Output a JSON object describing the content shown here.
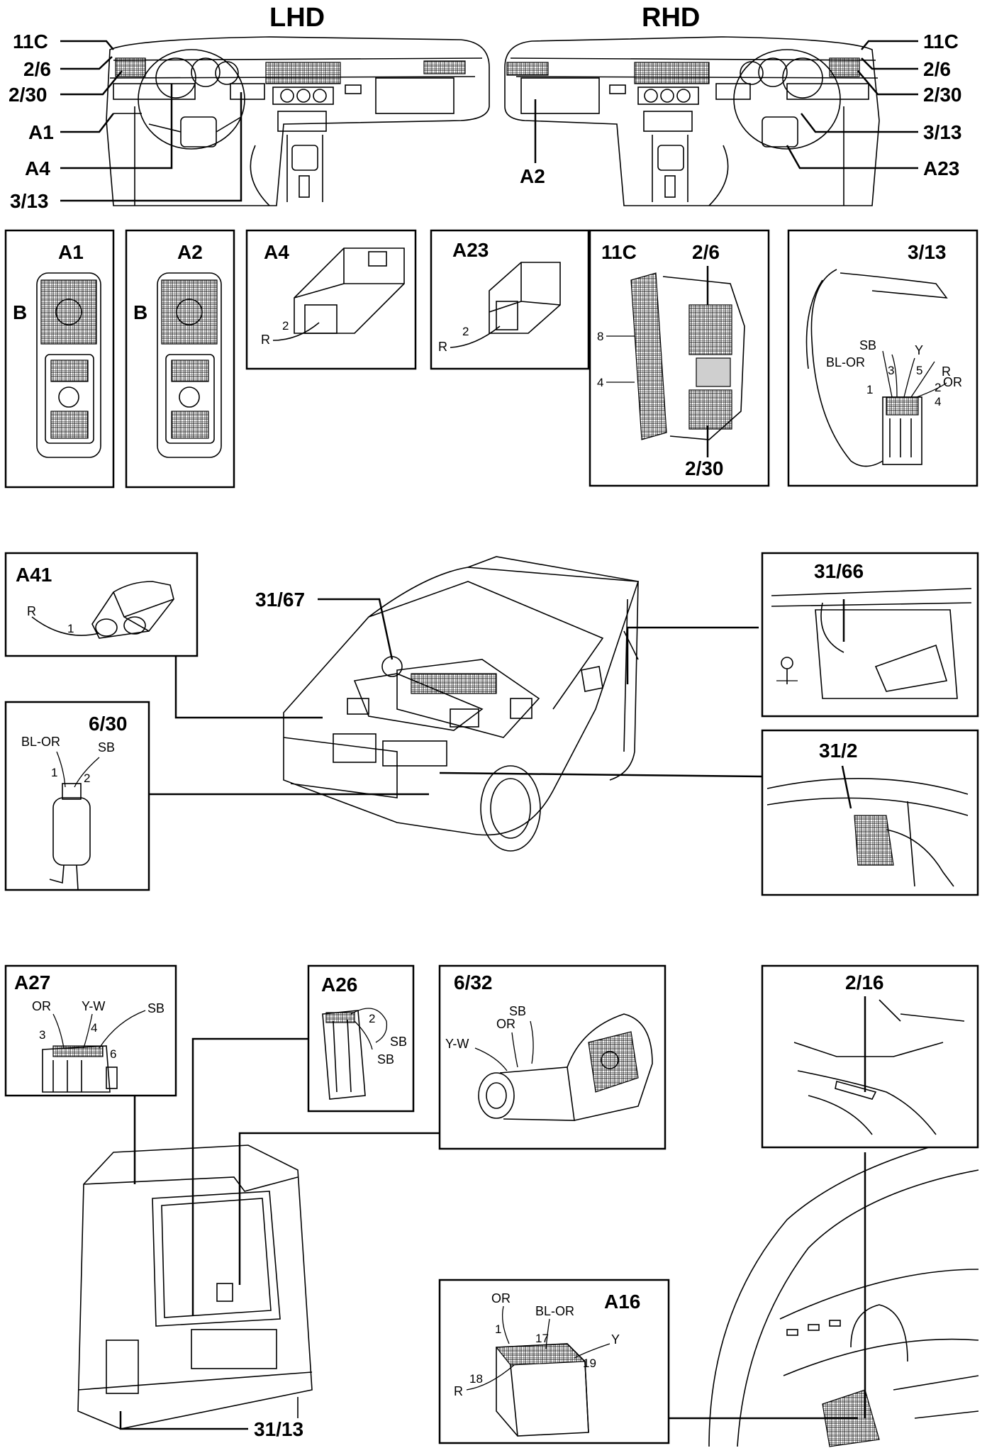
{
  "headings": {
    "lhd": "LHD",
    "rhd": "RHD"
  },
  "dash_left_labels": [
    "11C",
    "2/6",
    "2/30",
    "A1",
    "A4",
    "3/13"
  ],
  "dash_right_labels": [
    "11C",
    "2/6",
    "2/30",
    "3/13",
    "A23",
    "A2"
  ],
  "panels": {
    "a1": {
      "title": "A1",
      "side_label": "B"
    },
    "a2": {
      "title": "A2",
      "side_label": "B"
    },
    "a4": {
      "title": "A4",
      "pin": "2",
      "wire": "R"
    },
    "a23": {
      "title": "A23",
      "pin": "2",
      "wire": "R"
    },
    "c11": {
      "title": "11C",
      "label_top": "2/6",
      "label_bottom": "2/30",
      "num_8": "8",
      "num_4": "4"
    },
    "s313": {
      "title": "3/13",
      "wires": [
        {
          "color": "SB",
          "pin": "3"
        },
        {
          "color": "Y",
          "pin": "5"
        },
        {
          "color": "R",
          "pin": "2"
        },
        {
          "color": "BL-OR",
          "pin": "1"
        },
        {
          "color": "OR",
          "pin": "4"
        }
      ]
    },
    "a41": {
      "title": "A41",
      "wire": "R",
      "pin": "1"
    },
    "p630": {
      "title": "6/30",
      "wire1": "BL-OR",
      "wire2": "SB",
      "pin1": "1",
      "pin2": "2"
    },
    "p3166": {
      "title": "31/66"
    },
    "p312": {
      "title": "31/2"
    },
    "a27": {
      "title": "A27",
      "wires": [
        {
          "color": "OR",
          "pin": "3"
        },
        {
          "color": "Y-W",
          "pin": "4"
        },
        {
          "color": "SB",
          "pin": "6"
        }
      ]
    },
    "a26": {
      "title": "A26",
      "pin": "2",
      "wire1": "SB",
      "wire2": "SB"
    },
    "p632": {
      "title": "6/32",
      "wire1": "Y-W",
      "wire2": "OR",
      "wire3": "SB"
    },
    "p216": {
      "title": "2/16"
    },
    "a16": {
      "title": "A16",
      "wires": [
        {
          "color": "OR",
          "pin": "1"
        },
        {
          "color": "BL-OR",
          "pin": "17"
        },
        {
          "color": "Y",
          "pin": "19"
        },
        {
          "color": "R",
          "pin": "18"
        }
      ]
    }
  },
  "car_front_label": "31/67",
  "car_rear_label": "31/13"
}
